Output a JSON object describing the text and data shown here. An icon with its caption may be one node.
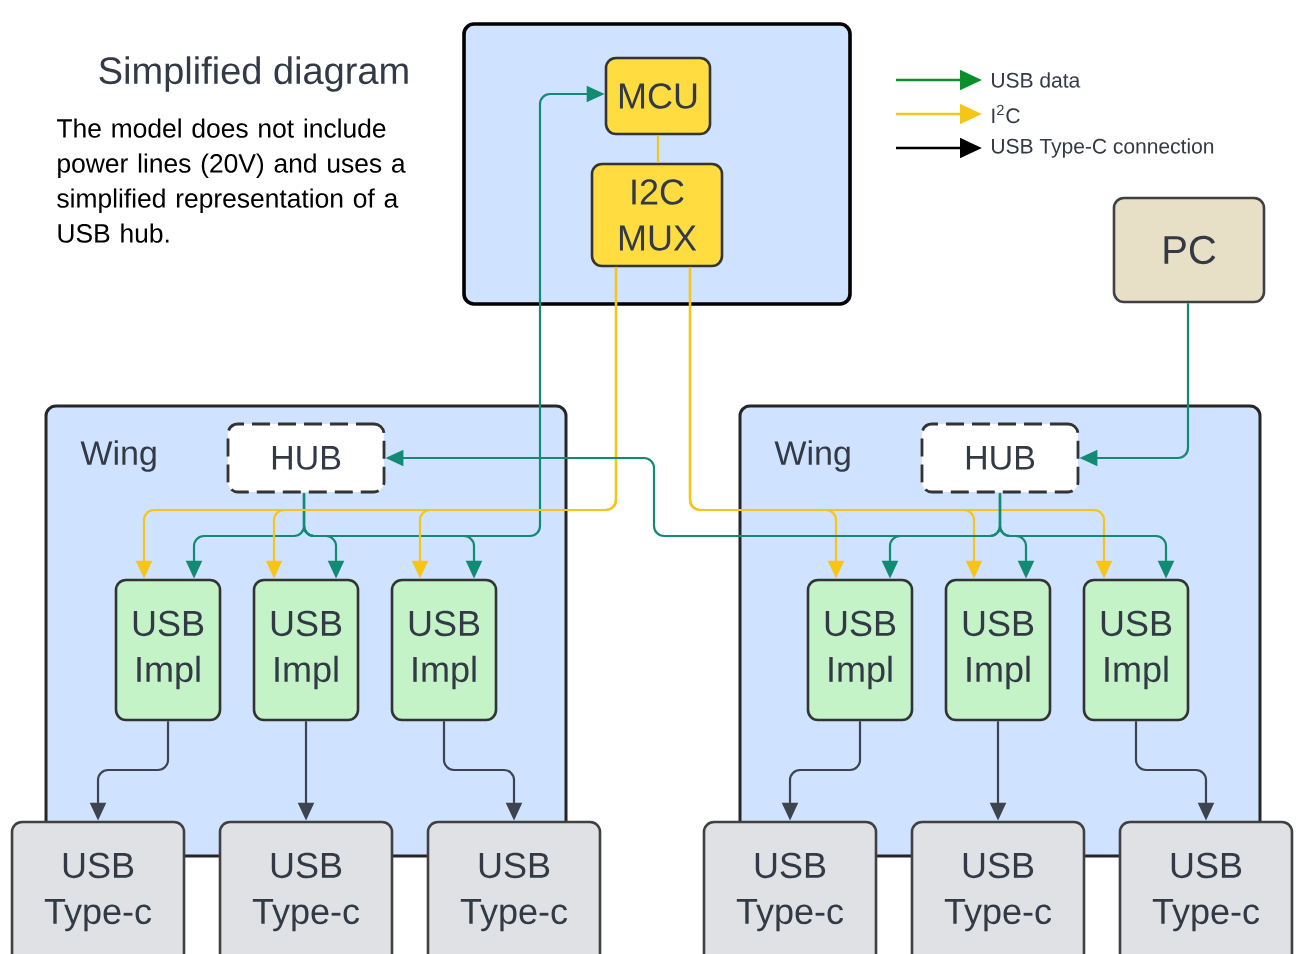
{
  "diagram": {
    "title": "Simplified diagram",
    "nodes": [
      {
        "text": [],
        "shape": "box"
      },
      {
        "text": [
          "MCU"
        ],
        "in": 0
      },
      {
        "text": [
          "I2C MUX"
        ],
        "in": 0
      },
      {
        "text": [
          "PC"
        ]
      },
      {
        "text": [
          "Wing"
        ]
      },
      {
        "text": [
          "HUB"
        ],
        "in": 4
      },
      {
        "text": [
          "USB Impl"
        ],
        "in": 4
      },
      {
        "text": [
          "USB Impl"
        ],
        "in": 4
      },
      {
        "text": [
          "USB Impl"
        ],
        "in": 4
      },
      {
        "text": [
          "USB Type-c"
        ]
      },
      {
        "text": [
          "USB Type-c"
        ]
      },
      {
        "text": [
          "USB Type-c"
        ]
      },
      {
        "text": [
          "Wing"
        ]
      },
      {
        "text": [
          "HUB"
        ],
        "in": 12
      },
      {
        "text": [
          "USB Impl"
        ],
        "in": 12
      },
      {
        "text": [
          "USB Impl"
        ],
        "in": 12
      },
      {
        "text": [
          "USB Impl"
        ],
        "in": 12
      },
      {
        "text": [
          "USB Type-c"
        ]
      },
      {
        "text": [
          "USB Type-c"
        ]
      },
      {
        "text": [
          "USB Type-c"
        ]
      }
    ],
    "edges": [
      {
        "from": 1,
        "to": 2,
        "arrow": "none",
        "color": "#f5c518"
      },
      {
        "from": 5,
        "to": 6,
        "arrow": "to"
      },
      {
        "from": 5,
        "to": 7,
        "arrow": "to"
      },
      {
        "from": 5,
        "to": 8,
        "arrow": "to"
      },
      {
        "from": 5,
        "to": 1,
        "arrow": "to"
      },
      {
        "from": 2,
        "to": 6,
        "arrow": "to",
        "color": "#f5c518"
      },
      {
        "from": 2,
        "to": 7,
        "arrow": "to",
        "color": "#f5c518"
      },
      {
        "from": 2,
        "to": 8,
        "arrow": "to",
        "color": "#f5c518"
      },
      {
        "from": 2,
        "to": 14,
        "arrow": "to",
        "color": "#f5c518"
      },
      {
        "from": 2,
        "to": 15,
        "arrow": "to",
        "color": "#f5c518"
      },
      {
        "from": 2,
        "to": 16,
        "arrow": "to",
        "color": "#f5c518"
      },
      {
        "from": 3,
        "to": 13,
        "arrow": "to"
      },
      {
        "from": 13,
        "to": 14,
        "arrow": "to"
      },
      {
        "from": 13,
        "to": 15,
        "arrow": "to"
      },
      {
        "from": 13,
        "to": 16,
        "arrow": "to"
      },
      {
        "from": 13,
        "to": 5,
        "arrow": "to"
      },
      {
        "from": 6,
        "to": 9,
        "arrow": "to",
        "color": "#3d4450"
      },
      {
        "from": 7,
        "to": 10,
        "arrow": "to",
        "color": "#3d4450"
      },
      {
        "from": 8,
        "to": 11,
        "arrow": "to",
        "color": "#3d4450"
      },
      {
        "from": 14,
        "to": 17,
        "arrow": "to",
        "color": "#3d4450"
      },
      {
        "from": 15,
        "to": 18,
        "arrow": "to",
        "color": "#3d4450"
      },
      {
        "from": 16,
        "to": 19,
        "arrow": "to",
        "color": "#3d4450"
      }
    ],
    "labels": [
      "The model does not include power lines (20V) and uses a simplified representation of a USB hub."
    ],
    "legend": [
      {
        "text": "USB data"
      },
      {
        "text": "I$^{2}$C"
      },
      {
        "text": "USB Type-C connection"
      }
    ]
  }
}
